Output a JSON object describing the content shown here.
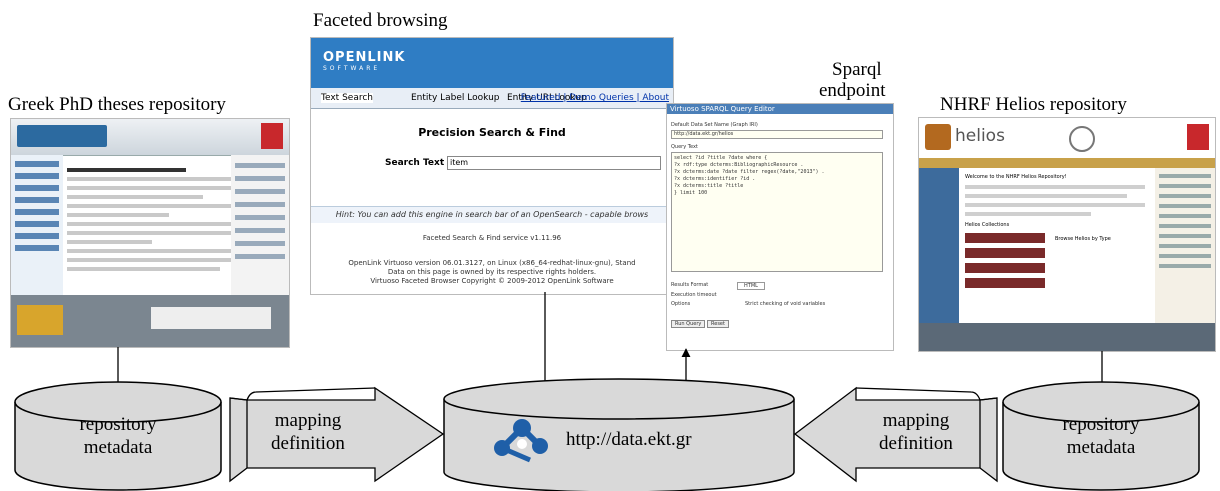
{
  "labels": {
    "greek_repo": "Greek PhD theses repository",
    "faceted": "Faceted browsing",
    "sparql_line1": "Sparql",
    "sparql_line2": "endpoint",
    "helios": "NHRF Helios repository",
    "left_db_line1": "repository",
    "left_db_line2": "metadata",
    "left_map_line1": "mapping",
    "left_map_line2": "definition",
    "center_db": "http://data.ekt.gr",
    "right_map_line1": "mapping",
    "right_map_line2": "definition",
    "right_db_line1": "repository",
    "right_db_line2": "metadata"
  },
  "faceted_browser": {
    "logo": "OPENLINK",
    "logo_sub": "SOFTWARE",
    "tabs": [
      "Text Search",
      "Entity Label Lookup",
      "Entity URI Lookup"
    ],
    "links": "Featured | Demo Queries | About",
    "title": "Precision Search & Find",
    "search_label": "Search Text",
    "search_value": "item",
    "hint": "Hint: You can add this engine in search bar of an OpenSearch - capable brows",
    "footer1": "Faceted Search & Find service v1.11.96",
    "footer2": "OpenLink Virtuoso version 06.01.3127, on Linux (x86_64-redhat-linux-gnu), Stand",
    "footer3": "Data on this page is owned by its respective rights holders.",
    "footer4": "Virtuoso Faceted Browser Copyright © 2009-2012 OpenLink Software"
  },
  "sparql_editor": {
    "title": "Virtuoso SPARQL Query Editor",
    "default_graph_label": "Default Data Set Name (Graph IRI)",
    "default_graph_value": "http://data.ekt.gr/helios",
    "query_label": "Query Text",
    "query_lines": [
      "select ?id ?title ?date where {",
      "  ?x rdf:type dcterms:BibliographicResource .",
      "  ?x dcterms:date ?date filter regex(?date,\"2013\") .",
      "  ?x dcterms:identifier ?id .",
      "  ?x dcterms:title ?title",
      "} limit 100"
    ],
    "results_format_label": "Results Format",
    "results_format_value": "HTML",
    "timeout_label": "Execution timeout",
    "options_label": "Options",
    "option_strict": "Strict checking of void variables",
    "run_button": "Run Query",
    "reset_button": "Reset"
  },
  "helios": {
    "name": "helios",
    "welcome": "Welcome to the NHRF Helios Repository!",
    "collections": "Helios Collections",
    "browse": "Browse Helios by Type"
  },
  "colors": {
    "arrow_fill": "#d9d9d9",
    "cylinder_fill": "#d9d9d9",
    "ekt_logo": "#1f5fa8",
    "openlink_blue": "#2f7dc4"
  }
}
